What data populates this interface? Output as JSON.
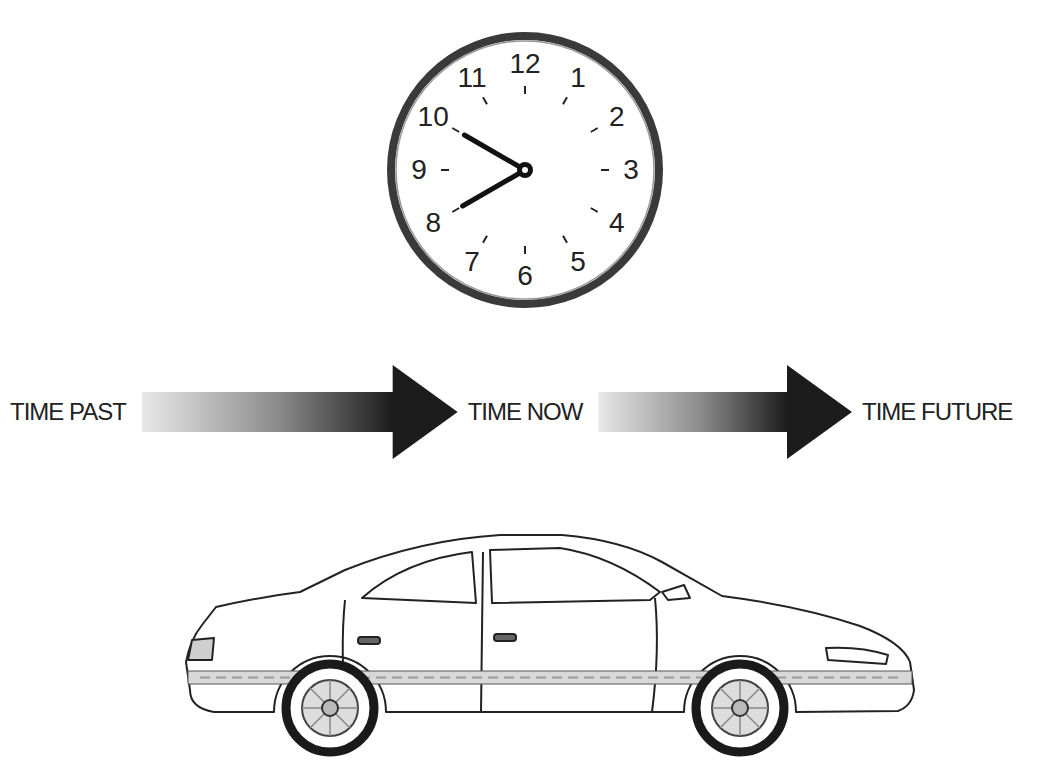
{
  "diagram": {
    "nodes": [
      {
        "text": [
          "TIME PAST"
        ]
      },
      {
        "text": [
          "TIME NOW"
        ]
      },
      {
        "text": [
          "TIME FUTURE"
        ]
      }
    ],
    "edges": [
      {
        "from": 0,
        "to": 1,
        "arrow": "to"
      },
      {
        "from": 1,
        "to": 2,
        "arrow": "to"
      }
    ],
    "labels": [
      "12",
      "1",
      "2",
      "3",
      "4",
      "5",
      "6",
      "7",
      "8",
      "9",
      "10",
      "11"
    ]
  }
}
